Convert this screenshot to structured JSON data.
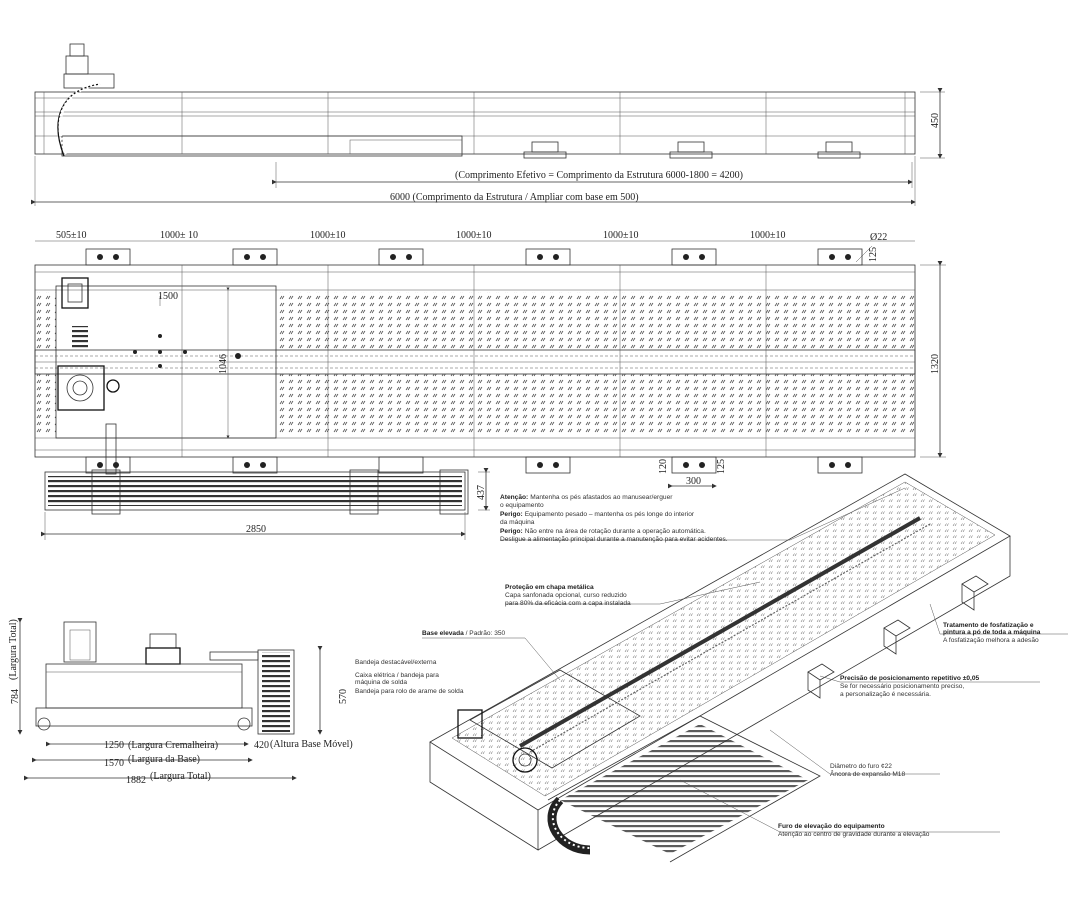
{
  "top_view": {
    "dim_height": "450",
    "effective_length": "(Comprimento Efetivo = Comprimento da Estrutura 6000-1800 = 4200)",
    "total_length": "6000 (Comprimento da Estrutura / Ampliar com base em 500)"
  },
  "plan_view": {
    "top_dims": [
      "505±10",
      "1000± 10",
      "1000±10",
      "1000±10",
      "1000±10",
      "1000±10"
    ],
    "hole_dia": "Ø22",
    "dim_125_top": "125",
    "dim_1500": "1500",
    "dim_1046": "1046",
    "dim_1320": "1320",
    "dim_120": "120",
    "dim_125_bottom": "125",
    "dim_300": "300",
    "dim_437": "437",
    "dim_2850": "2850"
  },
  "side_view": {
    "total_height": "784",
    "total_height_label": "(Largura Total)",
    "dim_570": "570",
    "rack_width": "1250",
    "rack_width_label": "(Largura Cremalheira)",
    "base_width": "1570",
    "base_width_label": "(Largura da Base)",
    "total_width": "1882",
    "total_width_label": "(Largura Total)",
    "movable_base": "420",
    "movable_base_label": "(Altura Base Móvel)"
  },
  "tray_notes": [
    "Bandeja destacável/externa",
    "Caixa elétrica / bandeja para",
    "máquina de solda",
    "Bandeja para rolo de arame de solda"
  ],
  "warnings": {
    "w1_title": "Atenção:",
    "w1_text": "Mantenha os pés afastados ao manusear/erguer",
    "w1_text2": "o equipamento",
    "w2_title": "Perigo:",
    "w2_text": "Equipamento pesado – mantenha os pés longe do interior",
    "w2_text2": "da máquina",
    "w3_title": "Perigo:",
    "w3_text": "Não entre na área de rotação durante a operação automática.",
    "w3_text2": "Desligue a alimentação principal durante a manutenção para evitar acidentes."
  },
  "callouts": {
    "sheet_title": "Proteção em chapa metálica",
    "sheet_text1": "Capa sanfonada opcional, curso reduzido",
    "sheet_text2": "para 80% da eficácia com a capa instalada",
    "base_title": "Base elevada",
    "base_text": " / Padrão: 350",
    "treat_title1": "Tratamento de fosfatização e",
    "treat_title2": "pintura a pó de toda a máquina",
    "treat_text": "A fosfatização melhora a adesão",
    "prec_title": "Precisão de posicionamento repetitivo ±0,05",
    "prec_text1": "Se for necessário posicionamento preciso,",
    "prec_text2": "a personalização é necessária.",
    "hole_text1": "Diâmetro do furo ¢22",
    "hole_text2": "Âncora de expansão M18",
    "lift_title": "Furo de elevação do equipamento",
    "lift_text": "Atenção ao centro de gravidade durante a elevação"
  }
}
